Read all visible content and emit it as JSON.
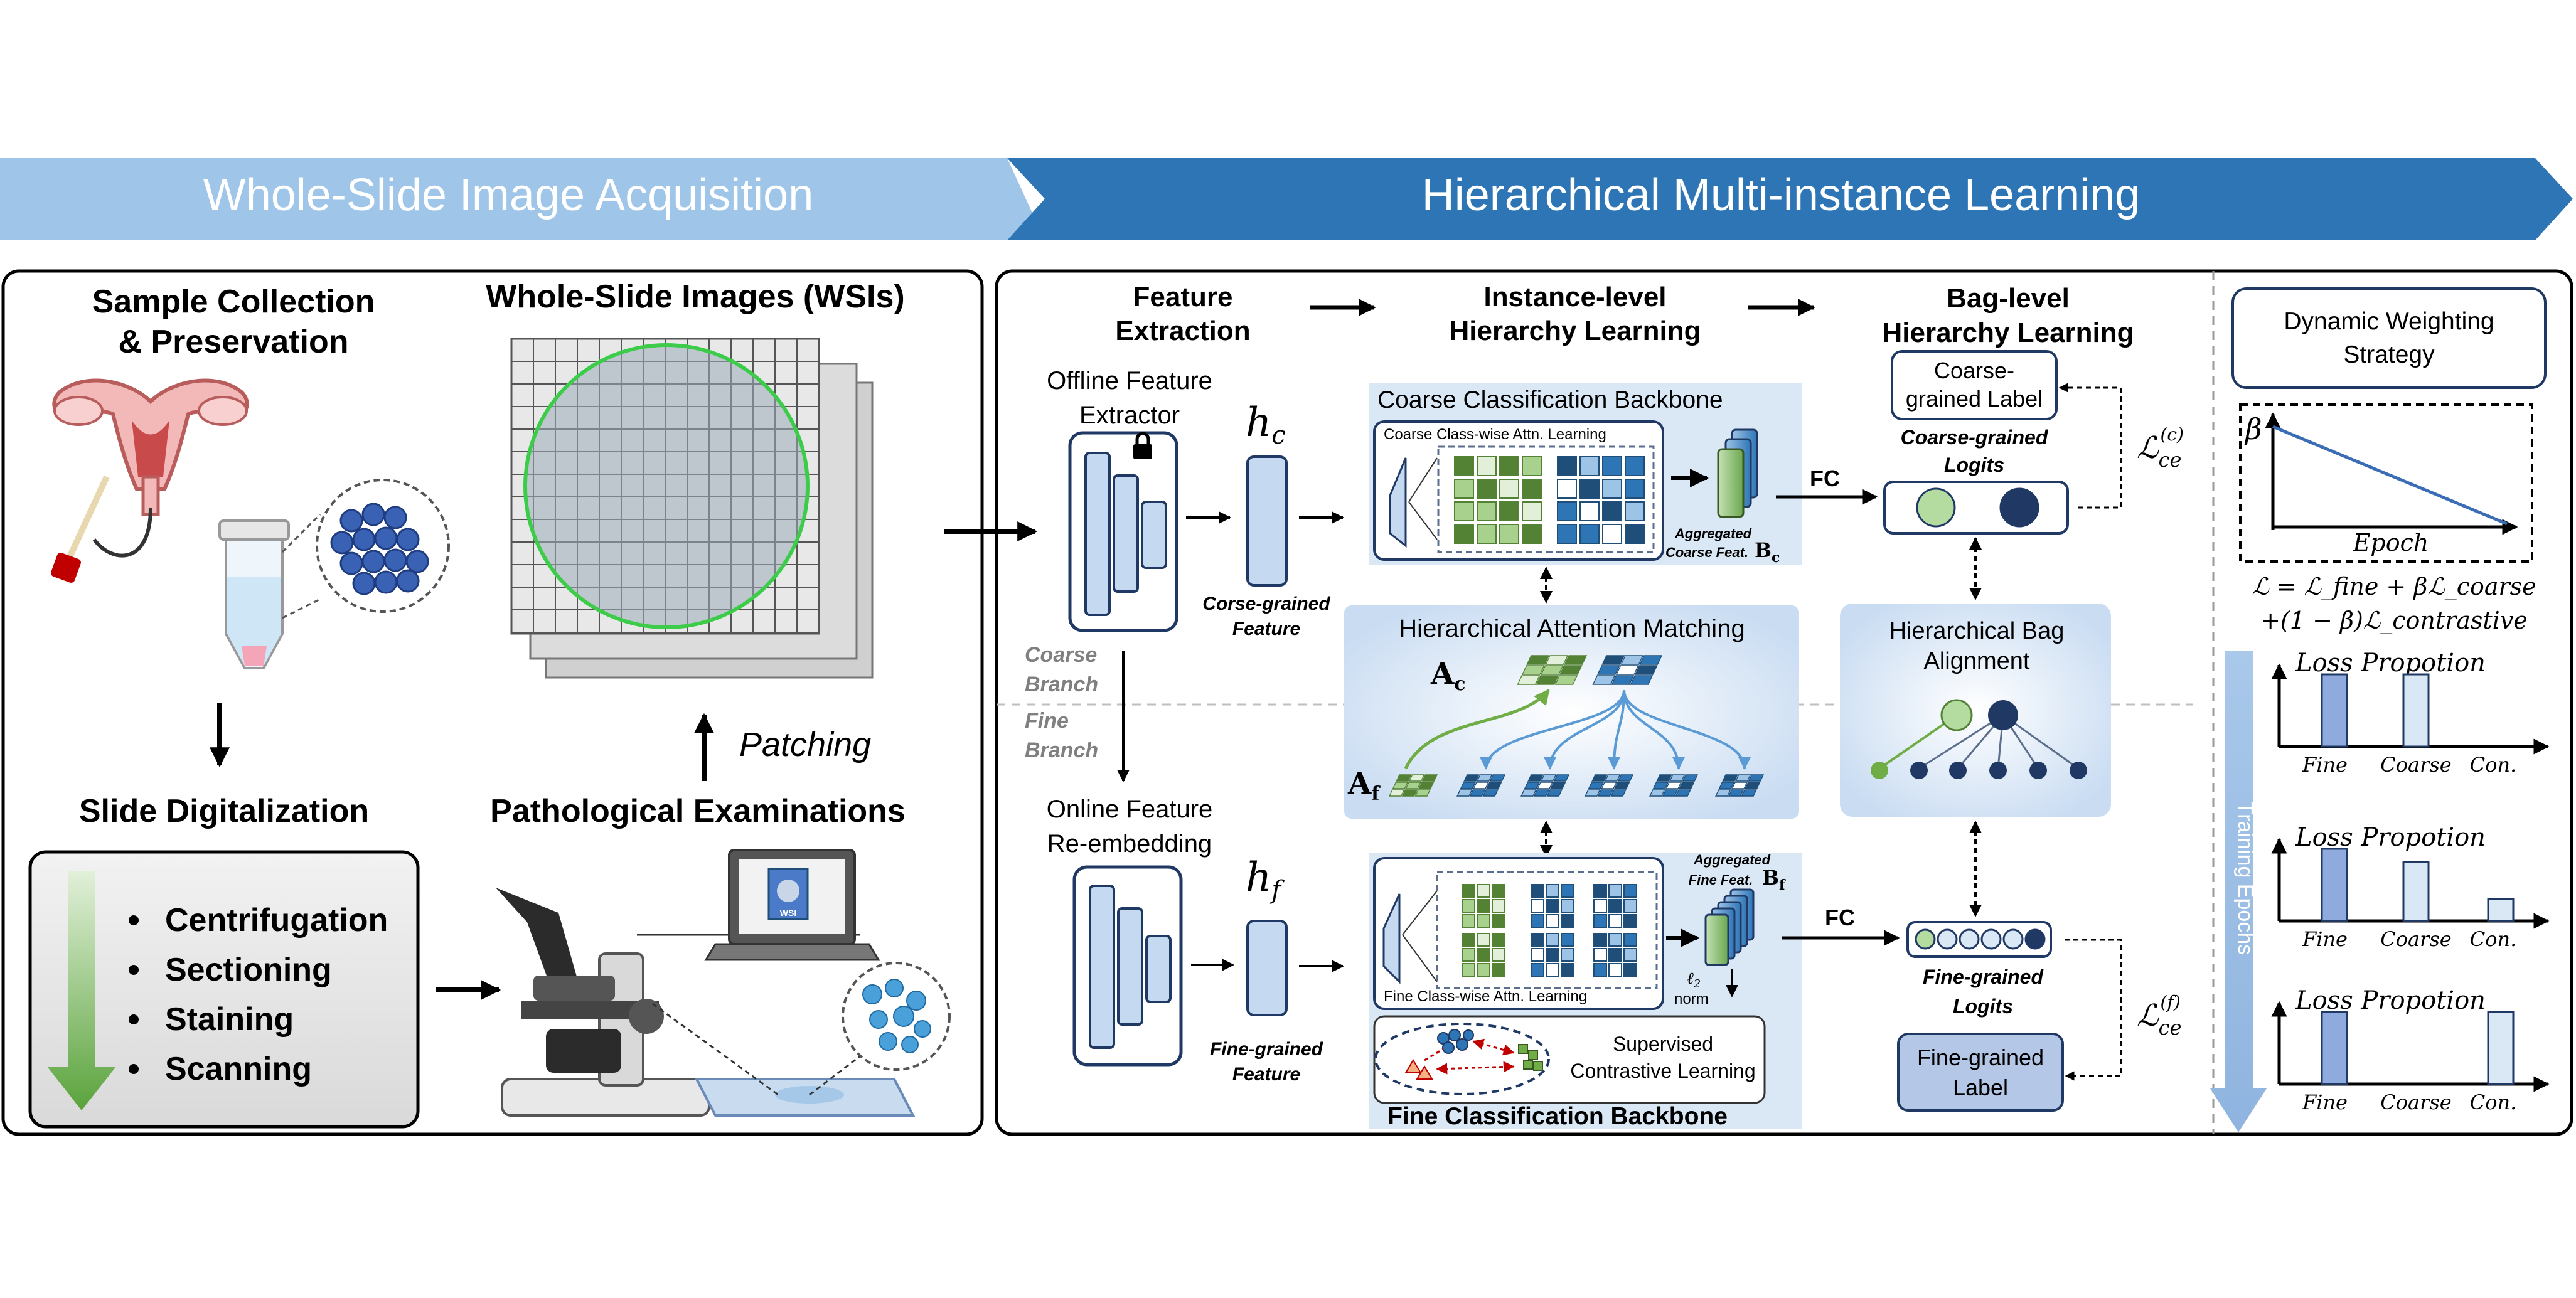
{
  "banner": {
    "left": "Whole-Slide Image Acquisition",
    "right": "Hierarchical Multi-instance Learning"
  },
  "acquisition": {
    "sample_title_1": "Sample Collection",
    "sample_title_2": "& Preservation",
    "wsi_title": "Whole-Slide Images (WSIs)",
    "patching": "Patching",
    "digitalization_title": "Slide Digitalization",
    "pathology_title": "Pathological Examinations",
    "steps": [
      "Centrifugation",
      "Sectioning",
      "Staining",
      "Scanning"
    ],
    "laptop_file": "WSI"
  },
  "hml": {
    "feature_extraction_1": "Feature",
    "feature_extraction_2": "Extraction",
    "instance_level_1": "Instance-level",
    "instance_level_2": "Hierarchy Learning",
    "bag_level_1": "Bag-level",
    "bag_level_2": "Hierarchy Learning",
    "offline_1": "Offline Feature",
    "offline_2": "Extractor",
    "online_1": "Online Feature",
    "online_2": "Re-embedding",
    "hc": "h",
    "hc_sub": "c",
    "hf": "h",
    "hf_sub": "f",
    "coarse_feature_1": "Corse-grained",
    "coarse_feature_2": "Feature",
    "fine_feature_1": "Fine-grained",
    "fine_feature_2": "Feature",
    "coarse_branch_1": "Coarse",
    "coarse_branch_2": "Branch",
    "fine_branch_1": "Fine",
    "fine_branch_2": "Branch",
    "coarse_backbone": "Coarse Classification Backbone",
    "coarse_attn": "Coarse Class-wise Attn. Learning",
    "agg_coarse_1": "Aggregated",
    "agg_coarse_2": "Coarse Feat.",
    "bc": "B",
    "bc_sub": "c",
    "ham": "Hierarchical Attention Matching",
    "ac": "A",
    "ac_sub": "c",
    "af": "A",
    "af_sub": "f",
    "fine_attn": "Fine Class-wise Attn. Learning",
    "agg_fine_1": "Aggregated",
    "agg_fine_2": "Fine Feat.",
    "bf": "B",
    "bf_sub": "f",
    "l2": "ℓ",
    "l2_sub": "2",
    "norm": "norm",
    "scl_1": "Supervised",
    "scl_2": "Contrastive Learning",
    "fine_backbone": "Fine Classification Backbone",
    "fc_top": "FC",
    "fc_bottom": "FC",
    "coarse_label_1": "Coarse-",
    "coarse_label_2": "grained Label",
    "coarse_logits_1": "Coarse-grained",
    "coarse_logits_2": "Logits",
    "hba_1": "Hierarchical Bag",
    "hba_2": "Alignment",
    "fine_logits_1": "Fine-grained",
    "fine_logits_2": "Logits",
    "fine_label_1": "Fine-grained",
    "fine_label_2": "Label",
    "loss_c": "ℒ",
    "loss_c_sub": "ce",
    "loss_c_sup": "(c)",
    "loss_f": "ℒ",
    "loss_f_sub": "ce",
    "loss_f_sup": "(f)"
  },
  "dws": {
    "title_1": "Dynamic Weighting",
    "title_2": "Strategy",
    "beta": "β",
    "epoch": "Epoch",
    "formula_1": "ℒ = ℒ_fine + βℒ_coarse",
    "formula_2": "+(1 − β)ℒ_contrastive",
    "training_epochs": "Training Epochs",
    "bar_title": "Loss Propotion",
    "bar_labels": [
      "Fine",
      "Coarse",
      "Con."
    ],
    "bar_charts": [
      {
        "values": [
          1.0,
          1.0,
          0.0
        ]
      },
      {
        "values": [
          1.0,
          0.82,
          0.3
        ]
      },
      {
        "values": [
          1.0,
          0.0,
          1.0
        ]
      }
    ]
  },
  "colors": {
    "banner_light": "#9fc5e8",
    "banner_dark": "#2e75b6",
    "panel_blue": "#dae8f6",
    "block_fill": "#c5d9f0",
    "block_stroke": "#1f3864",
    "green_dark": "#548235",
    "green_light": "#a9d18e",
    "blue_dark": "#1f4e79",
    "blue_mid": "#2e75b6",
    "node_dark": "#203864",
    "node_light": "#b4dca0"
  }
}
